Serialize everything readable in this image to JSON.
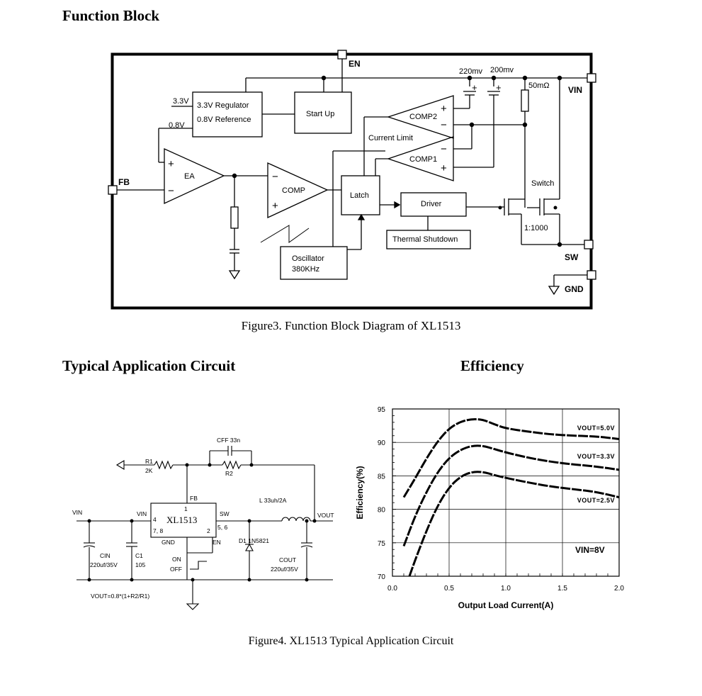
{
  "headings": {
    "function_block": "Function Block",
    "typical_app": "Typical Application Circuit",
    "efficiency": "Efficiency"
  },
  "captions": {
    "figure3": "Figure3. Function Block Diagram of XL1513",
    "figure4": "Figure4. XL1513 Typical Application Circuit"
  },
  "block_diagram": {
    "pins": {
      "en": "EN",
      "vin": "VIN",
      "fb": "FB",
      "sw": "SW",
      "gnd": "GND"
    },
    "regulator": {
      "line1": "3.3V Regulator",
      "line2": "0.8V Reference",
      "v33": "3.3V",
      "v08": "0.8V"
    },
    "startup": "Start Up",
    "ea": "EA",
    "comp": "COMP",
    "comp1": "COMP1",
    "comp2": "COMP2",
    "current_limit": "Current Limit",
    "latch": "Latch",
    "driver": "Driver",
    "thermal": "Thermal Shutdown",
    "oscillator": {
      "line1": "Oscillator",
      "line2": "380KHz"
    },
    "ref_220": "220mv",
    "ref_200": "200mv",
    "sense": "50mΩ",
    "switch": "Switch",
    "ratio": "1:1000"
  },
  "app_circuit": {
    "r1": "R1",
    "r1_val": "2K",
    "r2": "R2",
    "cff": "CFF 33n",
    "ic": "XL1513",
    "fb": "FB",
    "vin_pin": "VIN",
    "sw": "SW",
    "gnd": "GND",
    "en": "EN",
    "pin1": "1",
    "pin4": "4",
    "pin78": "7, 8",
    "pin2": "2",
    "pin56": "5, 6",
    "vin": "VIN",
    "vout": "VOUT",
    "inductor": "L 33uh/2A",
    "diode": "D1 1N5821",
    "cin": "CIN",
    "cin_val": "220uf/35V",
    "c1": "C1",
    "c1_val": "105",
    "cout": "COUT",
    "cout_val": "220uf/35V",
    "on": "ON",
    "off": "OFF",
    "formula": "VOUT=0.8*(1+R2/R1)"
  },
  "chart_data": {
    "type": "line",
    "xlabel": "Output Load Current(A)",
    "ylabel": "Efficiency(%)",
    "xlim": [
      0,
      2.0
    ],
    "ylim": [
      70,
      95
    ],
    "xticks": [
      "0.0",
      "0.5",
      "1.0",
      "1.5",
      "2.0"
    ],
    "yticks": [
      "70",
      "75",
      "80",
      "85",
      "90",
      "95"
    ],
    "annotation": "VIN=8V",
    "grid": true,
    "series": [
      {
        "name": "VOUT=5.0V",
        "x": [
          0.1,
          0.2,
          0.3,
          0.4,
          0.5,
          0.6,
          0.7,
          0.8,
          0.9,
          1.0,
          1.2,
          1.4,
          1.6,
          1.8,
          2.0
        ],
        "y": [
          81.8,
          84.6,
          87.6,
          90.2,
          92.1,
          93.1,
          93.5,
          93.4,
          92.7,
          92.1,
          91.6,
          91.2,
          91.0,
          90.9,
          90.5
        ]
      },
      {
        "name": "VOUT=3.3V",
        "x": [
          0.1,
          0.2,
          0.3,
          0.4,
          0.5,
          0.6,
          0.7,
          0.8,
          0.9,
          1.0,
          1.2,
          1.4,
          1.6,
          1.8,
          2.0
        ],
        "y": [
          74.5,
          79.0,
          82.6,
          85.6,
          87.7,
          88.9,
          89.5,
          89.5,
          89.0,
          88.5,
          87.7,
          87.1,
          86.7,
          86.4,
          85.9
        ]
      },
      {
        "name": "VOUT=2.5V",
        "x": [
          0.15,
          0.2,
          0.3,
          0.4,
          0.5,
          0.6,
          0.7,
          0.8,
          0.9,
          1.0,
          1.2,
          1.4,
          1.6,
          1.8,
          2.0
        ],
        "y": [
          70.0,
          72.4,
          76.8,
          80.6,
          83.3,
          84.9,
          85.6,
          85.6,
          85.1,
          84.7,
          84.0,
          83.4,
          83.0,
          82.6,
          81.8
        ]
      }
    ]
  },
  "colors": {
    "ink": "#000000",
    "grid": "#000000",
    "background": "#ffffff"
  }
}
